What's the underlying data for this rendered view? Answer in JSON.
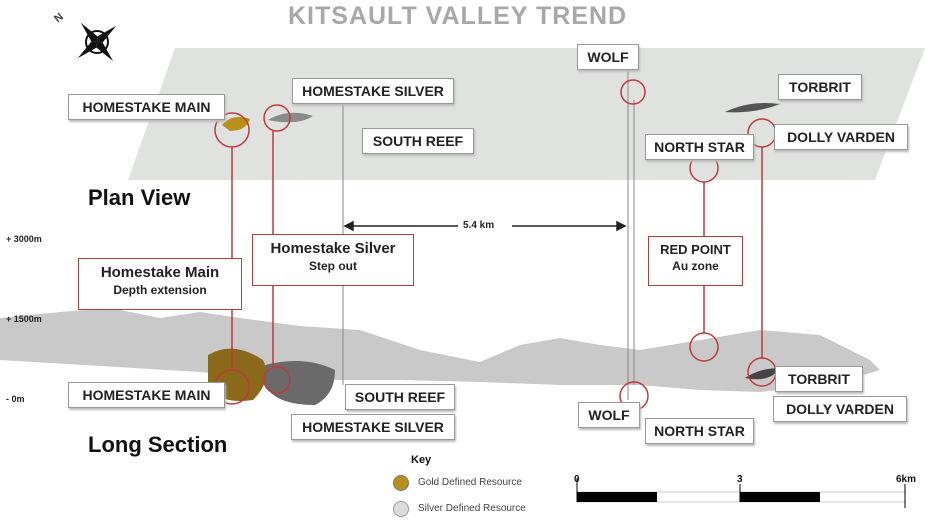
{
  "title": "KITSAULT VALLEY TREND",
  "compass_label": "N",
  "plan_view": {
    "heading": "Plan View",
    "labels": [
      "HOMESTAKE MAIN",
      "HOMESTAKE SILVER",
      "SOUTH REEF",
      "WOLF",
      "TORBRIT",
      "NORTH STAR",
      "DOLLY VARDEN"
    ]
  },
  "distance_label": "5.4 km",
  "elevations": [
    "+ 3000m",
    "+ 1500m",
    "- 0m"
  ],
  "callouts": {
    "homestake_main": {
      "line1": "Homestake Main",
      "line2": "Depth extension"
    },
    "homestake_silver": {
      "line1": "Homestake Silver",
      "line2": "Step out"
    },
    "red_point": {
      "line1": "RED POINT",
      "line2": "Au zone"
    }
  },
  "long_section": {
    "heading": "Long Section",
    "labels": [
      "HOMESTAKE MAIN",
      "SOUTH REEF",
      "HOMESTAKE SILVER",
      "WOLF",
      "NORTH STAR",
      "TORBRIT",
      "DOLLY VARDEN"
    ]
  },
  "key": {
    "title": "Key",
    "items": [
      {
        "label": "Gold Defined Resource",
        "color": "#b8901c"
      },
      {
        "label": "Silver Defined Resource",
        "color": "#dcdcdc"
      }
    ]
  },
  "scale_bar": {
    "ticks": [
      "0",
      "3",
      "6km"
    ]
  },
  "colors": {
    "accent_red": "#c0393b",
    "title_gray": "#a8a8a8"
  }
}
